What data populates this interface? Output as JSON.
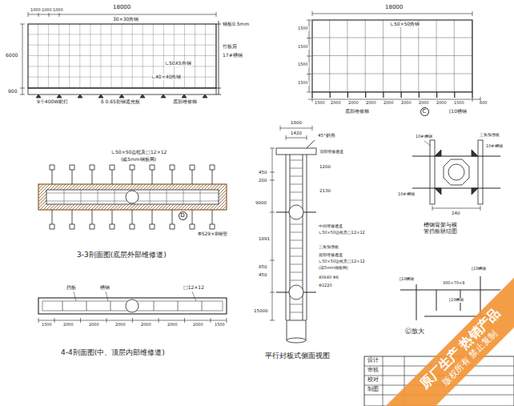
{
  "diagram": {
    "nodes": [
      {
        "text": [
          "C"
        ]
      },
      {
        "text": [
          "D"
        ]
      },
      {
        "text": [
          "原厂生产 热销产品",
          "版权所有 禁止复制"
        ]
      }
    ],
    "labels": [
      "18000",
      "1000",
      "1000",
      "1000",
      "30×30角钢",
      "钢板0.5mm",
      "竹板层",
      "17#槽钢",
      "∟50X5角钢",
      "∟40×40角钢",
      "9个400W射灯",
      "δ 0.65彩钢遮光板",
      "底部维修梯",
      "6000",
      "900",
      "18000",
      "∟50×50角钢",
      "1500",
      "1500",
      "1500",
      "1500",
      "1500",
      "2000",
      "2000",
      "2000",
      "2000",
      "2000",
      "2000",
      "2000",
      "1500",
      "600",
      "底部维修梯",
      "[10槽钢",
      "∟50×50边框及□12×12",
      "(或5mm钢板网)",
      "Φ529×8钢管",
      "3-3剖面图(底层外部维修道)",
      "挡板",
      "槽钢",
      "□12×12",
      "1500",
      "2000",
      "2000",
      "2000",
      "2000",
      "2000",
      "2000",
      "1500",
      "4-4剖面图(中、顶层内部维修道)",
      "1800",
      "1420",
      "45°斜角",
      "顶部维修通道",
      "1200",
      "450",
      "200",
      "2130",
      "9000",
      "15000",
      "中间维修通道",
      "∟50×50边框及□12×12",
      "三角加强板",
      "底部维修通道",
      "∟50×50边框及□12×12",
      "(或5mm钢板网)",
      "40X40 Φ6",
      "Φ1220",
      "1891",
      "850",
      "450",
      "平行封板式侧面视图",
      "10#槽钢",
      "三角加强板",
      "10#槽钢",
      "10#槽钢",
      "240",
      "槽钢骨架与横管挡板联结图",
      "[10槽钢",
      "[10槽钢",
      "300×70×8",
      "[10槽钢",
      "Ⓒ放大",
      "设计",
      "审核",
      "校对",
      "制图"
    ]
  }
}
